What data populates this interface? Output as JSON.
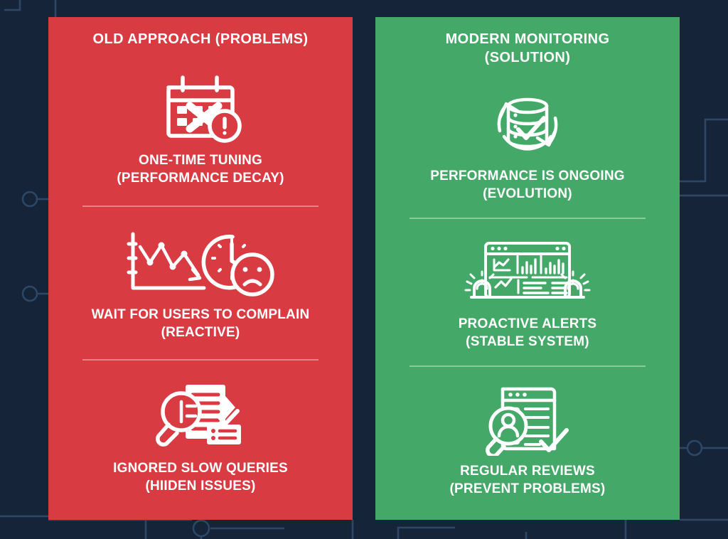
{
  "theme": {
    "background_color": "#16243a",
    "circuit_line_color": "#2d4866",
    "left_panel_color": "#d93b43",
    "right_panel_color": "#43a868",
    "text_color": "#ffffff"
  },
  "panels": [
    {
      "id": "old-approach",
      "title": "OLD APPROACH (PROBLEMS)",
      "color": "#d93b43",
      "items": [
        {
          "icon": "calendar-x-alert-icon",
          "line1": "ONE-TIME TUNING",
          "line2": "(PERFORMANCE DECAY)"
        },
        {
          "icon": "declining-chart-clock-sad-face-icon",
          "line1": "WAIT FOR USERS TO COMPLAIN",
          "line2": "(REACTIVE)"
        },
        {
          "icon": "magnifier-document-checklist-icon",
          "line1": "IGNORED SLOW QUERIES",
          "line2": "(HIIDEN ISSUES)"
        }
      ]
    },
    {
      "id": "modern-monitoring",
      "title": "MODERN MONITORING (SOLUTION)",
      "title_line1": "MODERN MONITORING",
      "title_line2": "(SOLUTION)",
      "color": "#43a868",
      "items": [
        {
          "icon": "database-refresh-check-icon",
          "line1": "PERFORMANCE IS ONGOING",
          "line2": "(EVOLUTION)"
        },
        {
          "icon": "dashboard-alert-sirens-icon",
          "line1": "PROACTIVE ALERTS",
          "line2": "(STABLE SYSTEM)"
        },
        {
          "icon": "magnifier-person-checklist-icon",
          "line1": "REGULAR REVIEWS",
          "line2": "(PREVENT PROBLEMS)"
        }
      ]
    }
  ]
}
